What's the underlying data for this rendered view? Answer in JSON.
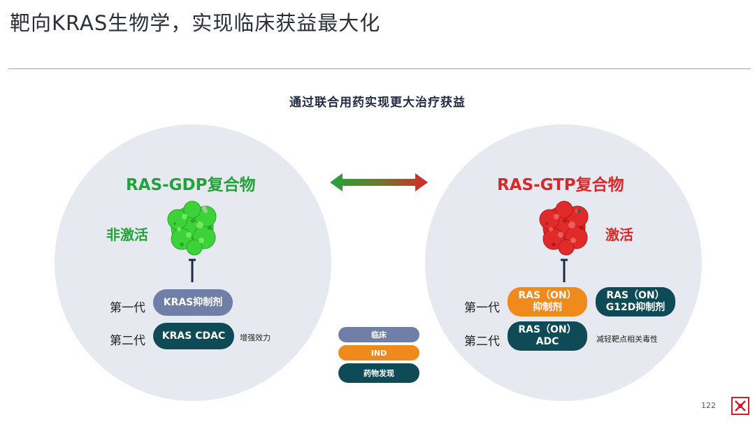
{
  "slide": {
    "title": "靶向KRAS生物学，实现临床获益最大化",
    "subtitle": "通过联合用药实现更大治疗获益",
    "page_number": "122"
  },
  "left": {
    "title": "RAS-GDP复合物",
    "state": "非激活",
    "gen1_label": "第一代",
    "gen2_label": "第二代",
    "gen1_pill": "KRAS抑制剂",
    "gen2_pill": "KRAS CDAC",
    "gen2_note": "增强效力"
  },
  "right": {
    "title": "RAS-GTP复合物",
    "state": "激活",
    "gen1_label": "第一代",
    "gen2_label": "第二代",
    "gen1_pill_a_line1": "RAS（ON）",
    "gen1_pill_a_line2": "抑制剂",
    "gen1_pill_b_line1": "RAS（ON）",
    "gen1_pill_b_line2": "G12D抑制剂",
    "gen2_pill_line1": "RAS（ON）",
    "gen2_pill_line2": "ADC",
    "gen2_note": "减轻靶点相关毒性"
  },
  "legend": {
    "items": [
      {
        "label": "临床",
        "color": "#6f7fa8"
      },
      {
        "label": "IND",
        "color": "#f08a1c"
      },
      {
        "label": "药物发现",
        "color": "#0f4a57"
      }
    ]
  },
  "colors": {
    "inactive_green": "#22a33a",
    "active_red": "#d8282a",
    "clinical": "#6f7fa8",
    "ind": "#f08a1c",
    "discovery": "#0f4a57"
  }
}
